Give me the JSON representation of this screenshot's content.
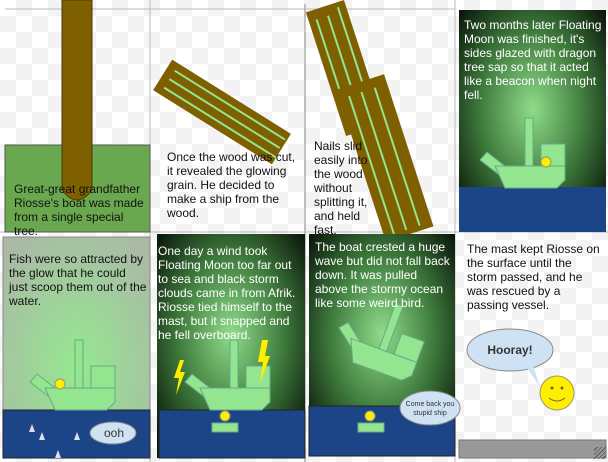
{
  "panels": [
    {
      "caption": "Great-great grandfather Riosse's boat was made from a single special tree."
    },
    {
      "caption": "Once the wood was cut, it revealed the glowing grain. He decided to make a ship from the wood."
    },
    {
      "caption": "Nails slid easily into the wood without splitting it, and held fast."
    },
    {
      "caption": "Two months later Floating Moon was finished, it's sides glazed with dragon tree sap so that it acted like a beacon when night fell."
    },
    {
      "caption": "Fish were so attracted by the glow that he could just scoop them out of the water.",
      "bubble": "ooh"
    },
    {
      "caption": "One day a wind took Floating Moon too far out to sea and black storm clouds came in from Afrik. Riosse tied himself to the mast, but it snapped and he fell overboard."
    },
    {
      "caption": "The boat crested a huge wave but did not fall back down. It was pulled above the stormy ocean like some weird bird.",
      "bubble": "Come back you stupid ship"
    },
    {
      "caption": "The mast kept Riosse on the surface until the storm passed, and he was rescued by a passing vessel.",
      "bubble": "Hooray!"
    }
  ],
  "colors": {
    "wood": "#7f6000",
    "grain": "#93e58f",
    "ground": "#6aa84f",
    "water": "#1c4587",
    "boat": "#93e58f",
    "face": "#ffee00"
  }
}
